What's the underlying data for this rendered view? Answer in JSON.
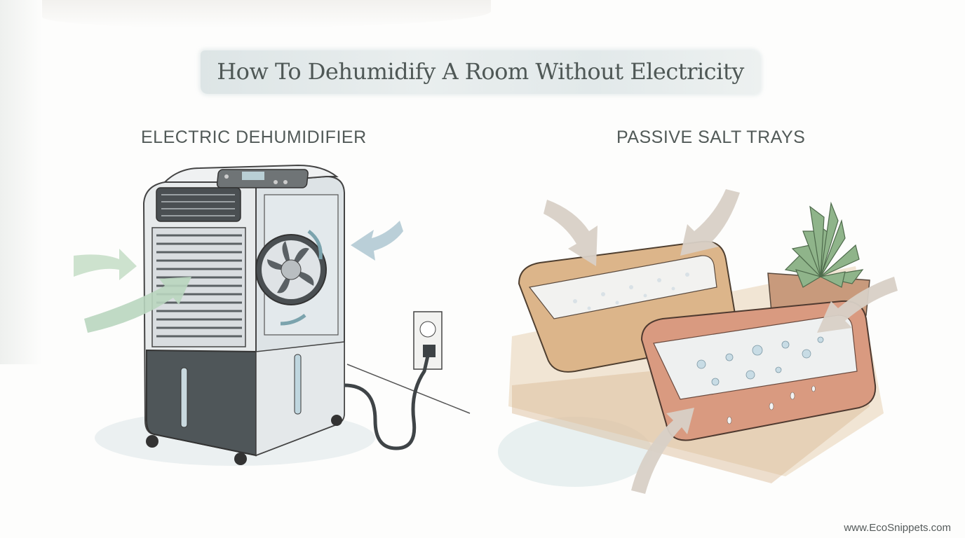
{
  "title": "How To Dehumidify A Room Without Electricity",
  "panels": [
    {
      "label": "ELECTRIC DEHUMIDIFIER",
      "illustration": "electric-dehumidifier-with-fan-and-plug"
    },
    {
      "label": "PASSIVE SALT TRAYS",
      "illustration": "salt-trays-with-succulent"
    }
  ],
  "watermark": "www.EcoSnippets.com",
  "colors": {
    "title_text": "#4f5856",
    "title_band": "#e2e9ea",
    "label_text": "#525a58",
    "green_arrow": "#b9d6bf",
    "blue_arrow": "#b6ccd6",
    "tan_arrow": "#d8d0c6",
    "terracotta": "#d69a82",
    "tray_tan": "#d9b48b",
    "succulent": "#8fb48a"
  }
}
